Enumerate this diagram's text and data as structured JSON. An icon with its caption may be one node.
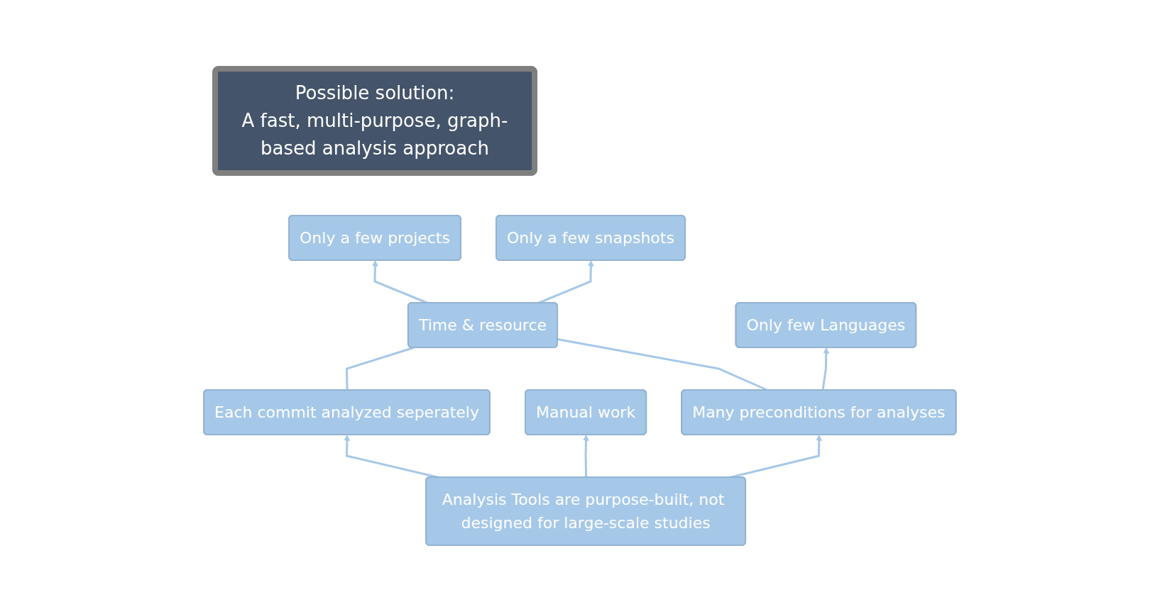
{
  "diagram": {
    "nodes": [
      {
        "text": [
          "Only a few projects"
        ]
      },
      {
        "text": [
          "Only a few snapshots"
        ]
      },
      {
        "text": [
          "Only few Languages"
        ]
      },
      {
        "text": [
          "Time & resource"
        ]
      },
      {
        "text": [
          "Possible solution:",
          "A fast, multi-purpose, graph-based analysis approach"
        ]
      },
      {
        "text": [
          "Each commit analyzed seperately"
        ]
      },
      {
        "text": [
          "Manual work"
        ]
      },
      {
        "text": [
          "Many preconditions for analyses"
        ]
      },
      {
        "text": [
          "Analysis Tools are purpose-built, not designed for large-scale studies"
        ]
      }
    ],
    "edges": [
      {
        "from": 3,
        "to": 0,
        "arrow": "to"
      },
      {
        "from": 3,
        "to": 1,
        "arrow": "to"
      },
      {
        "from": 5,
        "to": 3,
        "arrow": "none"
      },
      {
        "from": 7,
        "to": 3,
        "arrow": "none"
      },
      {
        "from": 7,
        "to": 2,
        "arrow": "to"
      },
      {
        "from": 8,
        "to": 5,
        "arrow": "to"
      },
      {
        "from": 8,
        "to": 6,
        "arrow": "to"
      },
      {
        "from": 8,
        "to": 7,
        "arrow": "to"
      }
    ]
  }
}
